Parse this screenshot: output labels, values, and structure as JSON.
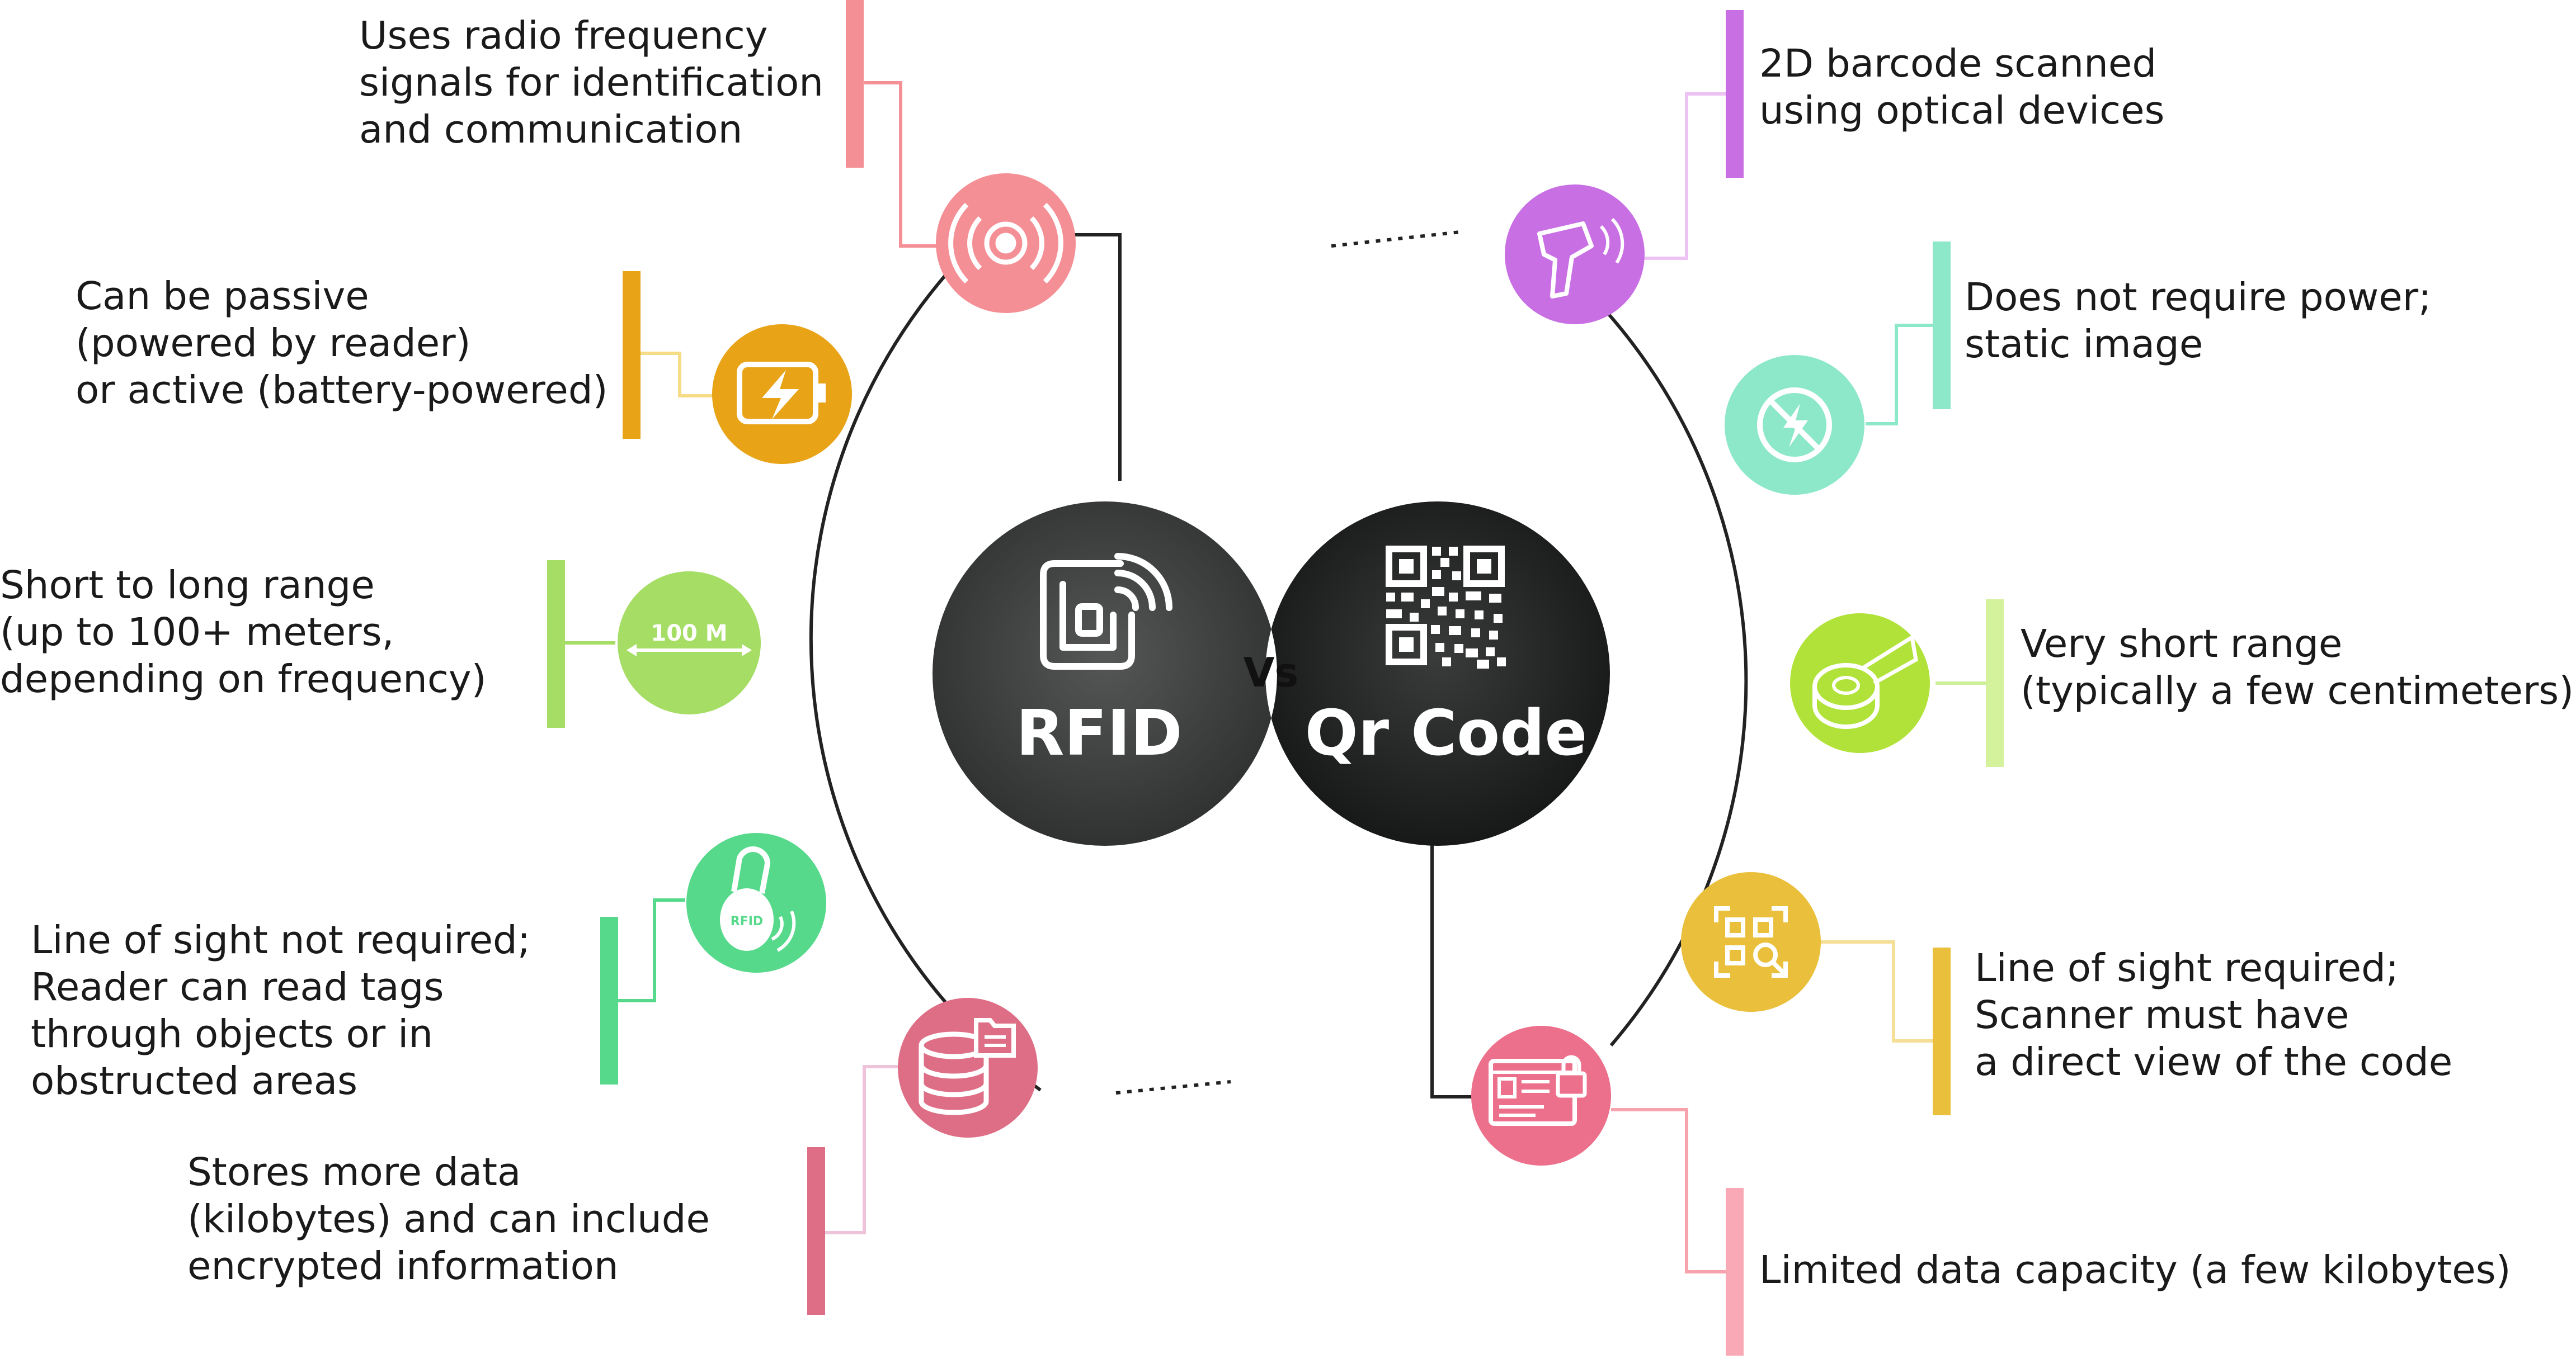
{
  "center": {
    "left_title": "RFID",
    "right_title": "Qr Code",
    "vs": "Vs",
    "badge_100m": "100 M",
    "rfid_tag_label": "RFID"
  },
  "colors": {
    "rfid_circle": "#3a3b3b",
    "qr_circle": "#1f2020",
    "radio": "#f48f95",
    "battery": "#e8a317",
    "range": "#a5dd65",
    "tag": "#56d98b",
    "storage": "#de6e86",
    "scanner": "#c86fe3",
    "nopower": "#8ce8c8",
    "tape": "#b1e23a",
    "qrscan": "#e9bf3b",
    "capacity": "#ec6f8b"
  },
  "rfid": [
    {
      "icon": "radio-signal-icon",
      "lines": [
        "Uses radio frequency",
        "signals for identification",
        "and communication"
      ]
    },
    {
      "icon": "battery-icon",
      "lines": [
        "Can be passive",
        "(powered by reader)",
        "or active (battery-powered)"
      ]
    },
    {
      "icon": "range-100m-icon",
      "lines": [
        "Short to long range",
        "(up to 100+ meters,",
        "depending on frequency)"
      ]
    },
    {
      "icon": "rfid-tag-icon",
      "lines": [
        "Line of sight not required;",
        "Reader can read tags",
        "through objects or in",
        "obstructed areas"
      ]
    },
    {
      "icon": "database-icon",
      "lines": [
        "Stores more data",
        "(kilobytes) and can include",
        "encrypted information"
      ]
    }
  ],
  "qr": [
    {
      "icon": "barcode-scanner-icon",
      "lines": [
        "2D barcode scanned",
        "using optical devices"
      ]
    },
    {
      "icon": "no-power-icon",
      "lines": [
        "Does not require power;",
        "static image"
      ]
    },
    {
      "icon": "measuring-tape-icon",
      "lines": [
        "Very short range",
        "(typically a few centimeters)"
      ]
    },
    {
      "icon": "qr-scan-icon",
      "lines": [
        "Line of sight required;",
        "Scanner must have",
        "a direct view of the code"
      ]
    },
    {
      "icon": "data-lock-icon",
      "lines": [
        "Limited data capacity (a few kilobytes)"
      ]
    }
  ]
}
